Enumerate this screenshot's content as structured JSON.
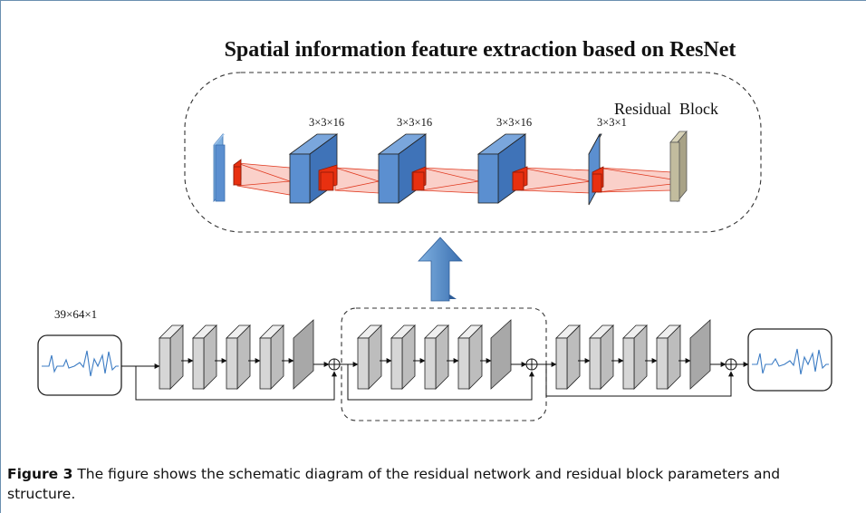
{
  "title": "Spatial information feature extraction based on ResNet",
  "residual_block_label": "Residual  Block",
  "layer_labels": [
    "3×3×16",
    "3×3×16",
    "3×3×16",
    "3×3×1"
  ],
  "input_label": "39×64×1",
  "caption": {
    "label": "Figure 3",
    "text": "The figure shows the schematic diagram of the residual network and residual block parameters and structure."
  },
  "colors": {
    "block_blue": "#5b8fd0",
    "block_gray": "#d6d6d6",
    "output_tan": "#c2bc9e",
    "kernel_red": "#e83010",
    "signal": "#3c7cc4",
    "frame": "#6a8fb0"
  }
}
